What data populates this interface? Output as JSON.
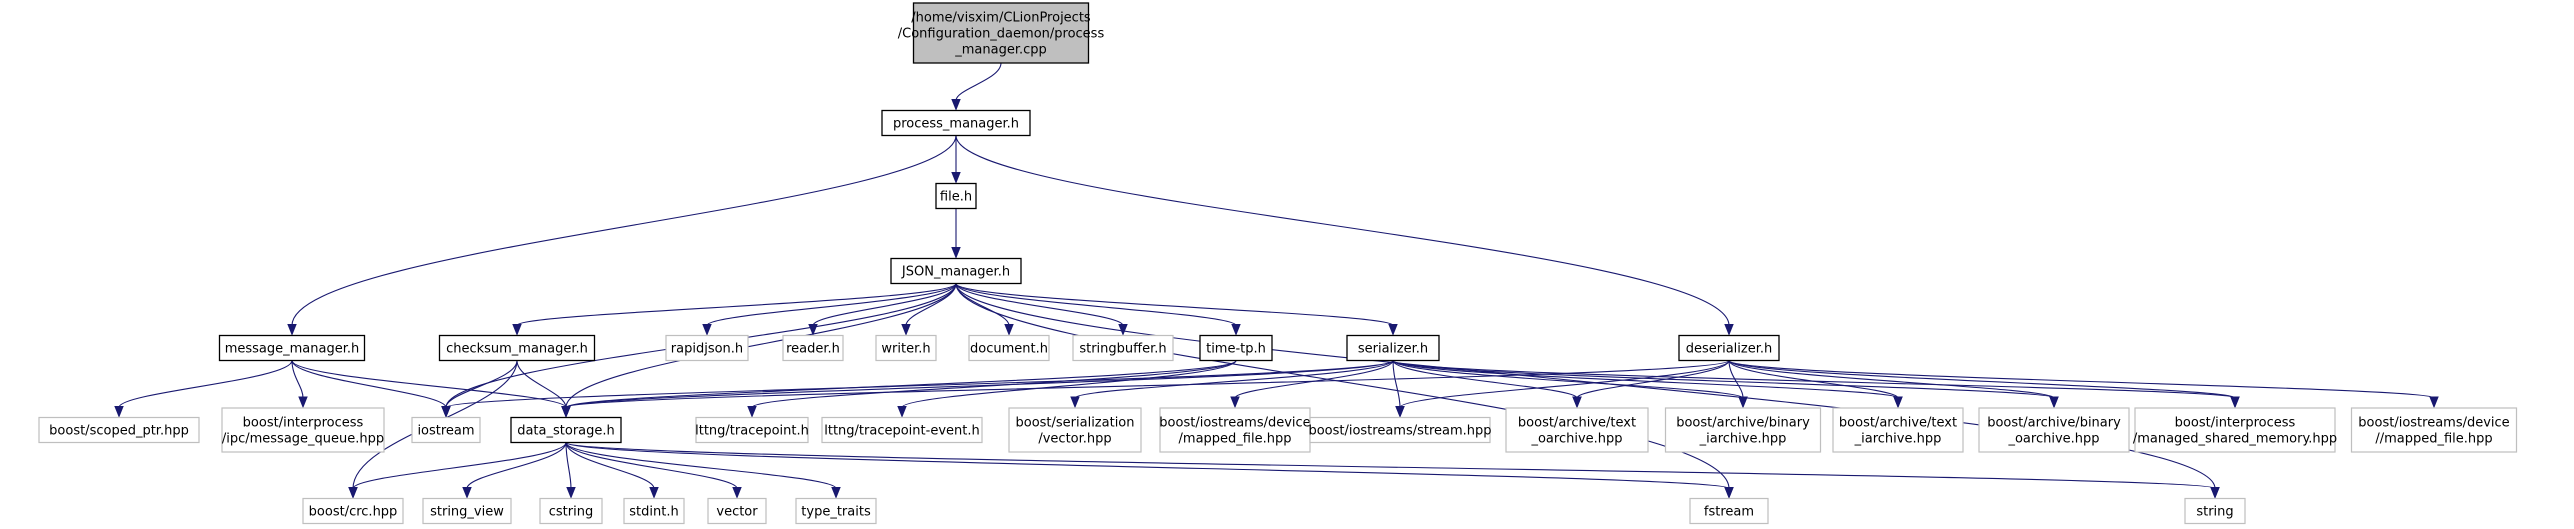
{
  "graph": {
    "colors": {
      "edge": "#191970",
      "root_fill": "#bfbfbf",
      "project_border": "#000000",
      "external_border": "#bfbfbf"
    },
    "nodes": [
      {
        "id": "root",
        "kind": "root",
        "label_lines": [
          "/home/visxim/CLionProjects",
          "/Configuration_daemon/process",
          "_manager.cpp"
        ]
      },
      {
        "id": "process_manager_h",
        "kind": "project",
        "label_lines": [
          "process_manager.h"
        ]
      },
      {
        "id": "file_h",
        "kind": "project",
        "label_lines": [
          "file.h"
        ]
      },
      {
        "id": "json_manager_h",
        "kind": "project",
        "label_lines": [
          "JSON_manager.h"
        ]
      },
      {
        "id": "message_manager_h",
        "kind": "project",
        "label_lines": [
          "message_manager.h"
        ]
      },
      {
        "id": "checksum_manager_h",
        "kind": "project",
        "label_lines": [
          "checksum_manager.h"
        ]
      },
      {
        "id": "rapidjson_h",
        "kind": "external",
        "label_lines": [
          "rapidjson.h"
        ]
      },
      {
        "id": "reader_h",
        "kind": "external",
        "label_lines": [
          "reader.h"
        ]
      },
      {
        "id": "writer_h",
        "kind": "external",
        "label_lines": [
          "writer.h"
        ]
      },
      {
        "id": "document_h",
        "kind": "external",
        "label_lines": [
          "document.h"
        ]
      },
      {
        "id": "stringbuffer_h",
        "kind": "external",
        "label_lines": [
          "stringbuffer.h"
        ]
      },
      {
        "id": "time_tp_h",
        "kind": "project",
        "label_lines": [
          "time-tp.h"
        ]
      },
      {
        "id": "serializer_h",
        "kind": "project",
        "label_lines": [
          "serializer.h"
        ]
      },
      {
        "id": "deserializer_h",
        "kind": "project",
        "label_lines": [
          "deserializer.h"
        ]
      },
      {
        "id": "scoped_ptr",
        "kind": "external",
        "label_lines": [
          "boost/scoped_ptr.hpp"
        ]
      },
      {
        "id": "message_queue",
        "kind": "external",
        "label_lines": [
          "boost/interprocess",
          "/ipc/message_queue.hpp"
        ]
      },
      {
        "id": "iostream",
        "kind": "external",
        "label_lines": [
          "iostream"
        ]
      },
      {
        "id": "data_storage_h",
        "kind": "project",
        "label_lines": [
          "data_storage.h"
        ]
      },
      {
        "id": "lttng_tracepoint",
        "kind": "external",
        "label_lines": [
          "lttng/tracepoint.h"
        ]
      },
      {
        "id": "lttng_tracepoint_event",
        "kind": "external",
        "label_lines": [
          "lttng/tracepoint-event.h"
        ]
      },
      {
        "id": "serialization_vector",
        "kind": "external",
        "label_lines": [
          "boost/serialization",
          "/vector.hpp"
        ]
      },
      {
        "id": "iostreams_mapped_file",
        "kind": "external",
        "label_lines": [
          "boost/iostreams/device",
          "/mapped_file.hpp"
        ]
      },
      {
        "id": "iostreams_stream",
        "kind": "external",
        "label_lines": [
          "boost/iostreams/stream.hpp"
        ]
      },
      {
        "id": "text_oarchive",
        "kind": "external",
        "label_lines": [
          "boost/archive/text",
          "_oarchive.hpp"
        ]
      },
      {
        "id": "binary_iarchive",
        "kind": "external",
        "label_lines": [
          "boost/archive/binary",
          "_iarchive.hpp"
        ]
      },
      {
        "id": "text_iarchive",
        "kind": "external",
        "label_lines": [
          "boost/archive/text",
          "_iarchive.hpp"
        ]
      },
      {
        "id": "binary_oarchive",
        "kind": "external",
        "label_lines": [
          "boost/archive/binary",
          "_oarchive.hpp"
        ]
      },
      {
        "id": "managed_shared_memory",
        "kind": "external",
        "label_lines": [
          "boost/interprocess",
          "/managed_shared_memory.hpp"
        ]
      },
      {
        "id": "mapped_file_2",
        "kind": "external",
        "label_lines": [
          "boost/iostreams/device",
          "//mapped_file.hpp"
        ]
      },
      {
        "id": "crc_hpp",
        "kind": "external",
        "label_lines": [
          "boost/crc.hpp"
        ]
      },
      {
        "id": "string_view",
        "kind": "external",
        "label_lines": [
          "string_view"
        ]
      },
      {
        "id": "cstring",
        "kind": "external",
        "label_lines": [
          "cstring"
        ]
      },
      {
        "id": "stdint_h",
        "kind": "external",
        "label_lines": [
          "stdint.h"
        ]
      },
      {
        "id": "vector",
        "kind": "external",
        "label_lines": [
          "vector"
        ]
      },
      {
        "id": "type_traits",
        "kind": "external",
        "label_lines": [
          "type_traits"
        ]
      },
      {
        "id": "fstream",
        "kind": "external",
        "label_lines": [
          "fstream"
        ]
      },
      {
        "id": "string",
        "kind": "external",
        "label_lines": [
          "string"
        ]
      }
    ],
    "edges": [
      [
        "root",
        "process_manager_h"
      ],
      [
        "process_manager_h",
        "file_h"
      ],
      [
        "process_manager_h",
        "message_manager_h"
      ],
      [
        "process_manager_h",
        "deserializer_h"
      ],
      [
        "file_h",
        "json_manager_h"
      ],
      [
        "json_manager_h",
        "iostream"
      ],
      [
        "json_manager_h",
        "checksum_manager_h"
      ],
      [
        "json_manager_h",
        "data_storage_h"
      ],
      [
        "json_manager_h",
        "rapidjson_h"
      ],
      [
        "json_manager_h",
        "reader_h"
      ],
      [
        "json_manager_h",
        "writer_h"
      ],
      [
        "json_manager_h",
        "document_h"
      ],
      [
        "json_manager_h",
        "stringbuffer_h"
      ],
      [
        "json_manager_h",
        "time_tp_h"
      ],
      [
        "json_manager_h",
        "serializer_h"
      ],
      [
        "json_manager_h",
        "fstream"
      ],
      [
        "json_manager_h",
        "string"
      ],
      [
        "message_manager_h",
        "scoped_ptr"
      ],
      [
        "message_manager_h",
        "message_queue"
      ],
      [
        "message_manager_h",
        "iostream"
      ],
      [
        "message_manager_h",
        "data_storage_h"
      ],
      [
        "checksum_manager_h",
        "iostream"
      ],
      [
        "checksum_manager_h",
        "data_storage_h"
      ],
      [
        "checksum_manager_h",
        "crc_hpp"
      ],
      [
        "time_tp_h",
        "data_storage_h"
      ],
      [
        "time_tp_h",
        "lttng_tracepoint"
      ],
      [
        "time_tp_h",
        "lttng_tracepoint_event"
      ],
      [
        "serializer_h",
        "iostream"
      ],
      [
        "serializer_h",
        "data_storage_h"
      ],
      [
        "serializer_h",
        "serialization_vector"
      ],
      [
        "serializer_h",
        "iostreams_mapped_file"
      ],
      [
        "serializer_h",
        "iostreams_stream"
      ],
      [
        "serializer_h",
        "text_oarchive"
      ],
      [
        "serializer_h",
        "binary_iarchive"
      ],
      [
        "serializer_h",
        "text_iarchive"
      ],
      [
        "serializer_h",
        "binary_oarchive"
      ],
      [
        "serializer_h",
        "managed_shared_memory"
      ],
      [
        "deserializer_h",
        "data_storage_h"
      ],
      [
        "deserializer_h",
        "iostreams_stream"
      ],
      [
        "deserializer_h",
        "text_oarchive"
      ],
      [
        "deserializer_h",
        "binary_iarchive"
      ],
      [
        "deserializer_h",
        "text_iarchive"
      ],
      [
        "deserializer_h",
        "binary_oarchive"
      ],
      [
        "deserializer_h",
        "managed_shared_memory"
      ],
      [
        "deserializer_h",
        "mapped_file_2"
      ],
      [
        "data_storage_h",
        "crc_hpp"
      ],
      [
        "data_storage_h",
        "string_view"
      ],
      [
        "data_storage_h",
        "cstring"
      ],
      [
        "data_storage_h",
        "stdint_h"
      ],
      [
        "data_storage_h",
        "vector"
      ],
      [
        "data_storage_h",
        "type_traits"
      ],
      [
        "data_storage_h",
        "fstream"
      ],
      [
        "data_storage_h",
        "string"
      ]
    ]
  }
}
